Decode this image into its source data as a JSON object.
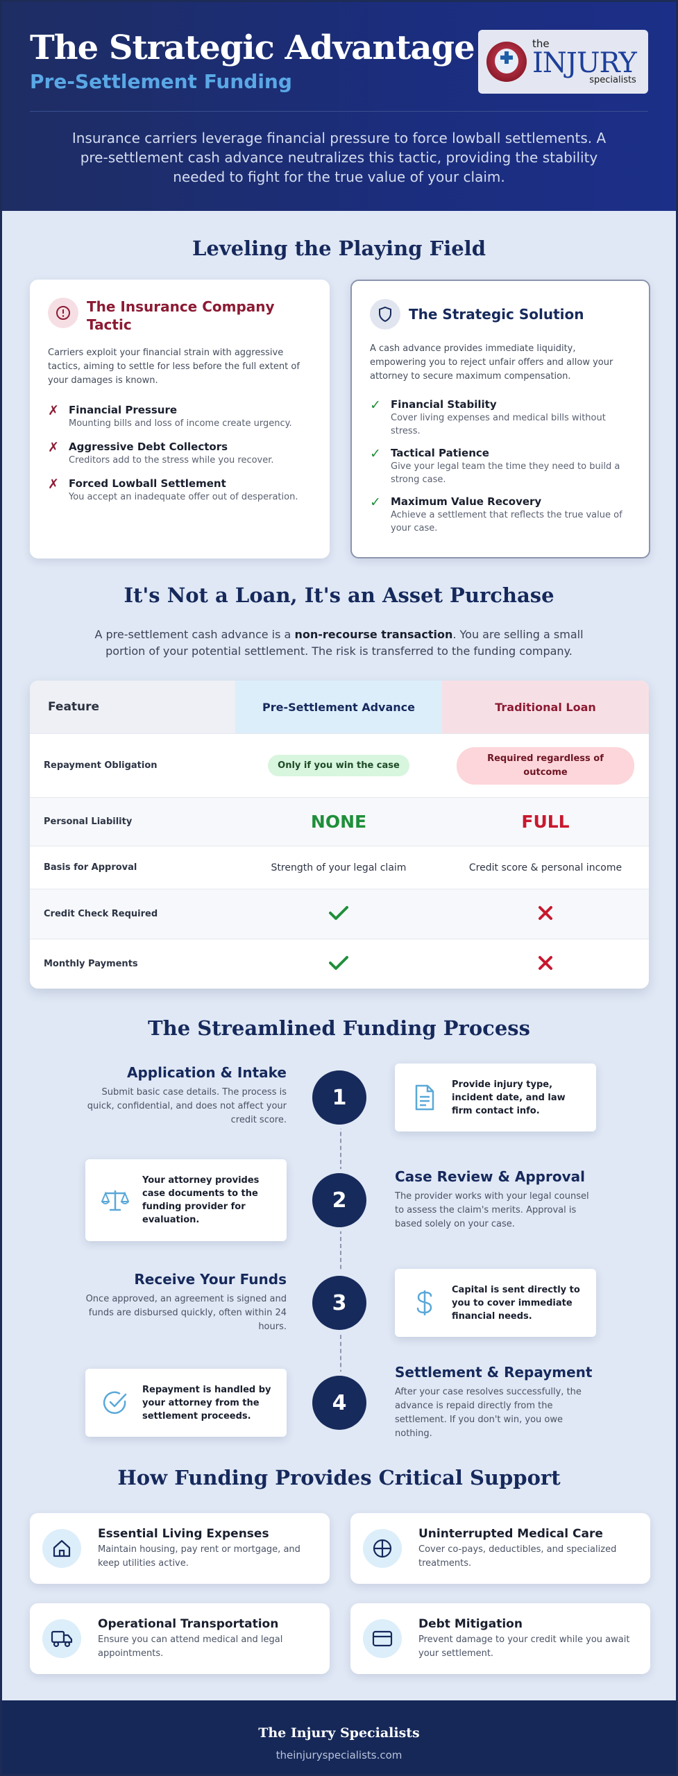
{
  "header": {
    "title": "The Strategic Advantage of",
    "subtitle": "Pre-Settlement Funding",
    "logo": {
      "the": "the",
      "injury": "INJURY",
      "specialists": "specialists"
    },
    "intro": "Insurance carriers leverage financial pressure to force lowball settlements. A pre-settlement cash advance neutralizes this tactic, providing the stability needed to fight for the true value of your claim."
  },
  "leveling": {
    "title": "Leveling the Playing Field",
    "insurance": {
      "title": "The Insurance Company Tactic",
      "desc": "Carriers exploit your financial strain with aggressive tactics, aiming to settle for less before the full extent of your damages is known.",
      "mark": "✗",
      "items": [
        {
          "title": "Financial Pressure",
          "desc": "Mounting bills and loss of income create urgency."
        },
        {
          "title": "Aggressive Debt Collectors",
          "desc": "Creditors add to the stress while you recover."
        },
        {
          "title": "Forced Lowball Settlement",
          "desc": "You accept an inadequate offer out of desperation."
        }
      ]
    },
    "solution": {
      "title": "The Strategic Solution",
      "desc": "A cash advance provides immediate liquidity, empowering you to reject unfair offers and allow your attorney to secure maximum compensation.",
      "mark": "✓",
      "items": [
        {
          "title": "Financial Stability",
          "desc": "Cover living expenses and medical bills without stress."
        },
        {
          "title": "Tactical Patience",
          "desc": "Give your legal team the time they need to build a strong case."
        },
        {
          "title": "Maximum Value Recovery",
          "desc": "Achieve a settlement that reflects the true value of your case."
        }
      ]
    }
  },
  "asset": {
    "title": "It's Not a Loan, It's an Asset Purchase",
    "intro_before": "A pre-settlement cash advance is a ",
    "intro_bold": "non-recourse transaction",
    "intro_after": ". You are selling a small portion of your potential settlement. The risk is transferred to the funding company."
  },
  "table": {
    "headers": [
      "Feature",
      "Pre-Settlement Advance",
      "Traditional Loan"
    ],
    "rows": [
      {
        "feature": "Repayment Obligation",
        "advance": "Only if you win the case",
        "loan": "Required regardless of outcome"
      },
      {
        "feature": "Personal Liability",
        "advance": "NONE",
        "loan": "FULL"
      },
      {
        "feature": "Basis for Approval",
        "advance": "Strength of your legal claim",
        "loan": "Credit score & personal income"
      },
      {
        "feature": "Credit Check Required",
        "advance": "check-icon",
        "loan": "x-icon"
      },
      {
        "feature": "Monthly Payments",
        "advance": "check-icon",
        "loan": "x-icon"
      }
    ]
  },
  "process": {
    "title": "The Streamlined Funding Process",
    "steps": [
      {
        "num": "1",
        "title": "Application & Intake",
        "desc": "Submit basic case details. The process is quick, confidential, and does not affect your credit score.",
        "box": "Provide injury type, incident date, and law firm contact info.",
        "icon": "document-icon"
      },
      {
        "num": "2",
        "title": "Case Review & Approval",
        "desc": "The provider works with your legal counsel to assess the claim's merits. Approval is based solely on your case.",
        "box": "Your attorney provides case documents to the funding provider for evaluation.",
        "icon": "scale-icon"
      },
      {
        "num": "3",
        "title": "Receive Your Funds",
        "desc": "Once approved, an agreement is signed and funds are disbursed quickly, often within 24 hours.",
        "box": "Capital is sent directly to you to cover immediate financial needs.",
        "icon": "dollar-icon"
      },
      {
        "num": "4",
        "title": "Settlement & Repayment",
        "desc": "After your case resolves successfully, the advance is repaid directly from the settlement. If you don't win, you owe nothing.",
        "box": "Repayment is handled by your attorney from the settlement proceeds.",
        "icon": "check-circle-icon"
      }
    ]
  },
  "support": {
    "title": "How Funding Provides Critical Support",
    "items": [
      {
        "title": "Essential Living Expenses",
        "desc": "Maintain housing, pay rent or mortgage, and keep utilities active.",
        "icon": "home-icon"
      },
      {
        "title": "Uninterrupted Medical Care",
        "desc": "Cover co-pays, deductibles, and specialized treatments.",
        "icon": "medical-icon"
      },
      {
        "title": "Operational Transportation",
        "desc": "Ensure you can attend medical and legal appointments.",
        "icon": "truck-icon"
      },
      {
        "title": "Debt Mitigation",
        "desc": "Prevent damage to your credit while you await your settlement.",
        "icon": "credit-card-icon"
      }
    ]
  },
  "footer": {
    "name": "The Injury Specialists",
    "url": "theinjuryspecialists.com"
  },
  "colors": {
    "navy": "#172a5c",
    "accent": "#5aa8e6",
    "red": "#8c1a33",
    "green": "#1f8f3a"
  }
}
